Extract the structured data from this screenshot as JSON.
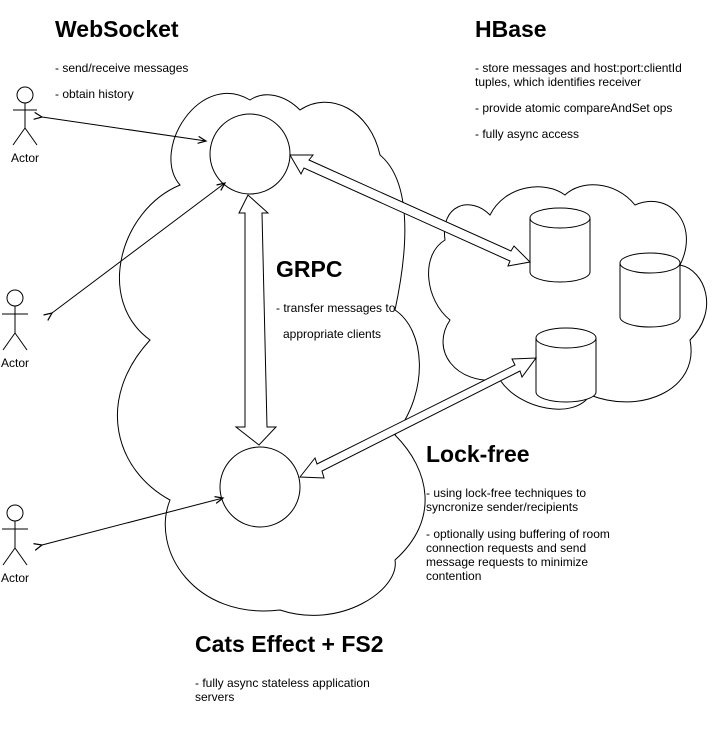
{
  "sections": {
    "websocket": {
      "title": "WebSocket",
      "notes": [
        "- send/receive messages",
        "- obtain history"
      ]
    },
    "hbase": {
      "title": "HBase",
      "notes": [
        "- store messages and host:port:clientId tuples, which identifies receiver",
        "- provide atomic compareAndSet ops",
        "- fully async access"
      ]
    },
    "grpc": {
      "title": "GRPC",
      "notes": [
        "- transfer messages to",
        "appropriate clients"
      ]
    },
    "lockfree": {
      "title": "Lock-free",
      "notes": [
        "- using lock-free techniques to syncronize sender/recipients",
        "- optionally using buffering of room connection requests and send message requests to minimize contention"
      ]
    },
    "cats": {
      "title": "Cats Effect + FS2",
      "notes": [
        "- fully async stateless application servers"
      ]
    }
  },
  "actors": [
    "Actor",
    "Actor",
    "Actor"
  ]
}
